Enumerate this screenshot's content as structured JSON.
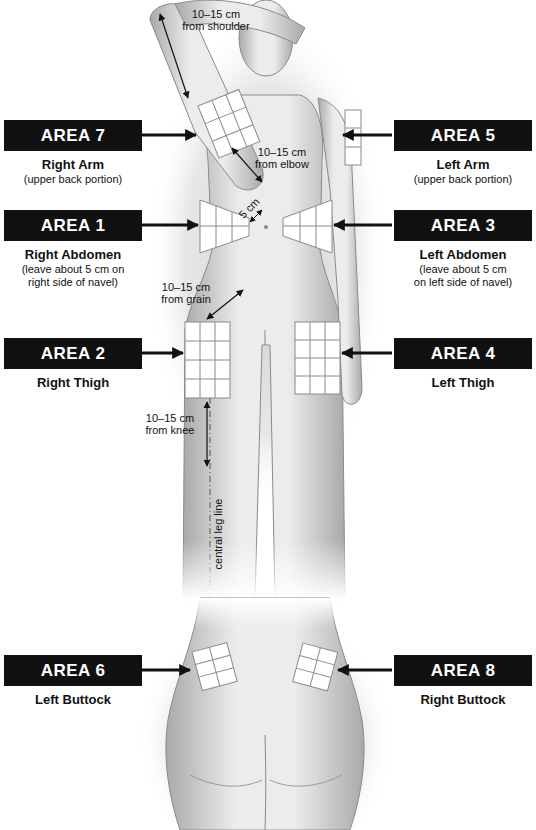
{
  "diagram": {
    "nodes": [
      {
        "text": [
          "AREA 7",
          "Right Arm",
          "(upper back portion)"
        ]
      },
      {
        "text": [
          "AREA 5",
          "Left Arm",
          "(upper back portion)"
        ]
      },
      {
        "text": [
          "AREA 1",
          "Right Abdomen",
          "(leave about 5 cm on right side of navel)"
        ]
      },
      {
        "text": [
          "AREA 3",
          "Left Abdomen",
          "(leave about 5 cm on left side of navel)"
        ]
      },
      {
        "text": [
          "AREA 2",
          "Right Thigh"
        ]
      },
      {
        "text": [
          "AREA 4",
          "Left Thigh"
        ]
      },
      {
        "text": [
          "AREA 6",
          "Left Buttock"
        ]
      },
      {
        "text": [
          "AREA 8",
          "Right Buttock"
        ]
      }
    ],
    "labels": [
      "10–15 cm from shoulder",
      "10–15 cm from elbow",
      "5 cm",
      "10–15 cm from grain",
      "10–15 cm from knee",
      "central leg line"
    ]
  }
}
